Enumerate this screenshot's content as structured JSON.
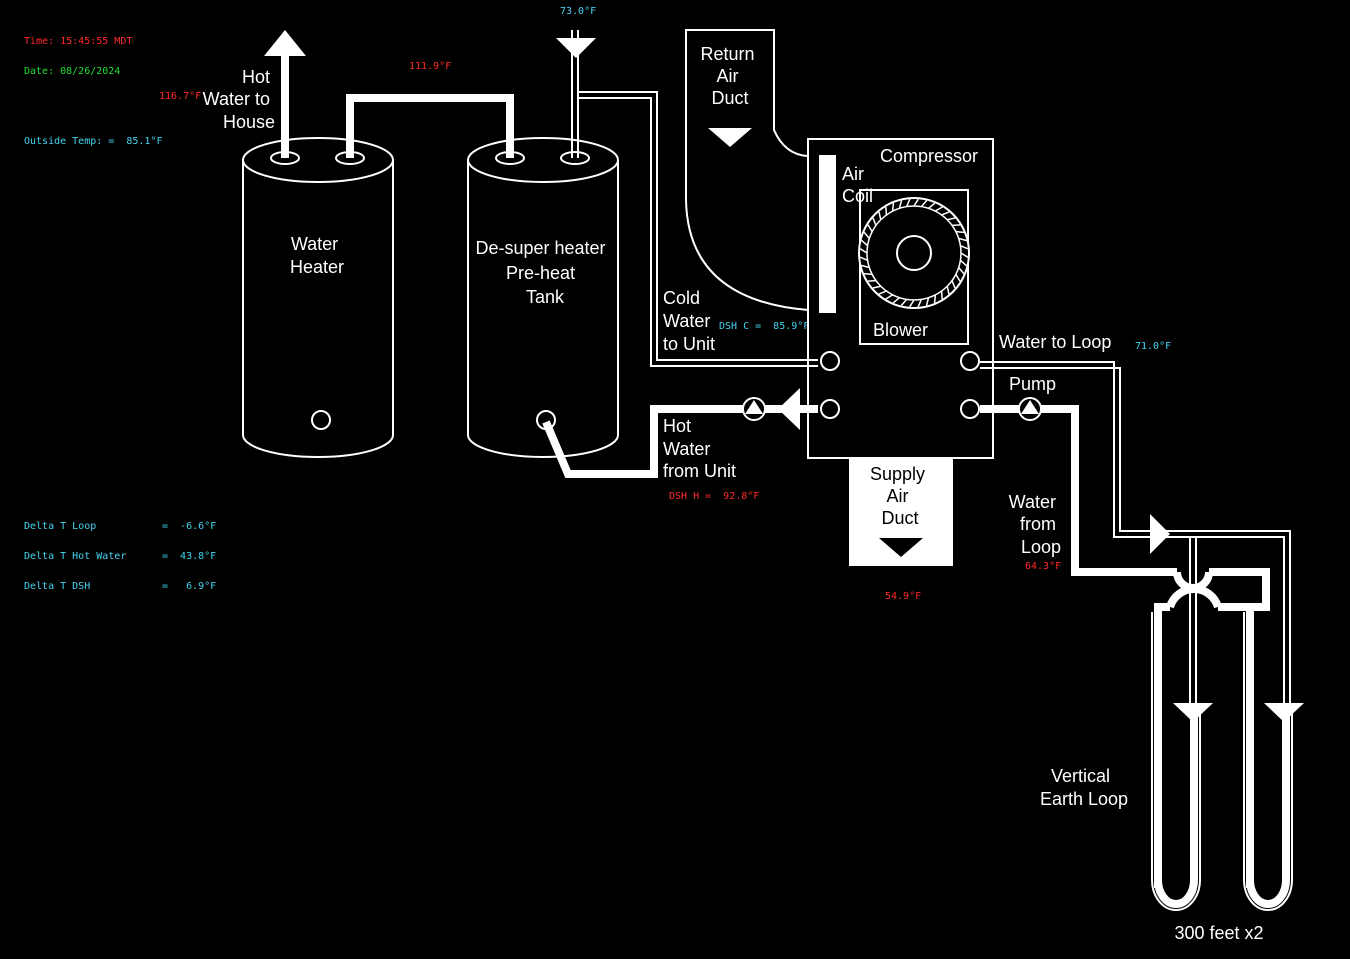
{
  "status": {
    "time": "Time: 15:45:55 MDT",
    "date": "Date: 08/26/2024",
    "outside_temp": "Outside Temp: =  85.1°F"
  },
  "deltas": [
    {
      "label": "Delta T Loop",
      "value": "=  -6.6°F"
    },
    {
      "label": "Delta T Hot Water",
      "value": "=  43.8°F"
    },
    {
      "label": "Delta T DSH",
      "value": "=   6.9°F"
    }
  ],
  "readings": {
    "cold_in": "73.0°F",
    "tank_to_heater": "111.9°F",
    "hot_to_house": "116.7°F",
    "dsh_c": "DSH C =  85.9°F",
    "dsh_h": "DSH H =  92.8°F",
    "water_to_loop": "71.0°F",
    "water_from_loop": "64.3°F",
    "supply_air": "54.9°F"
  },
  "labels": {
    "hot_water_to_house": [
      "Hot",
      "Water to",
      "House"
    ],
    "water_heater": [
      "Water",
      "Heater"
    ],
    "desuper_tank": [
      "De-super heater",
      "Pre-heat",
      "Tank"
    ],
    "return_air_duct": [
      "Return",
      "Air",
      "Duct"
    ],
    "compressor": "Compressor",
    "air_coil": [
      "Air",
      "Coil"
    ],
    "blower": "Blower",
    "cold_water_to_unit": [
      "Cold",
      "Water",
      "to Unit"
    ],
    "hot_water_from_unit": [
      "Hot",
      "Water",
      "from Unit"
    ],
    "water_to_loop": "Water to Loop",
    "pump": "Pump",
    "supply_air_duct": [
      "Supply",
      "Air",
      "Duct"
    ],
    "water_from_loop": [
      "Water",
      "from",
      "Loop"
    ],
    "vertical_earth_loop": [
      "Vertical",
      "Earth Loop"
    ],
    "loop_length": "300 feet x2"
  },
  "colors": {
    "background": "#000000",
    "diagram": "#ffffff",
    "hot_reading": "#ff2a2a",
    "cold_reading": "#44d4ee",
    "date": "#22dd33"
  }
}
